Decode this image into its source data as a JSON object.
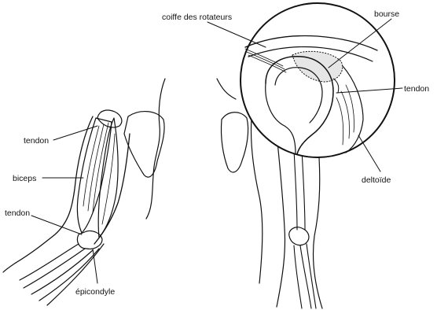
{
  "labels": {
    "coiffe": "coiffe des rotateurs",
    "bourse": "bourse",
    "tendon_right": "tendon",
    "deltoide": "deltoïde",
    "tendon_top_left": "tendon",
    "biceps": "biceps",
    "tendon_bottom_left": "tendon",
    "epicondyle": "épicondyle"
  }
}
